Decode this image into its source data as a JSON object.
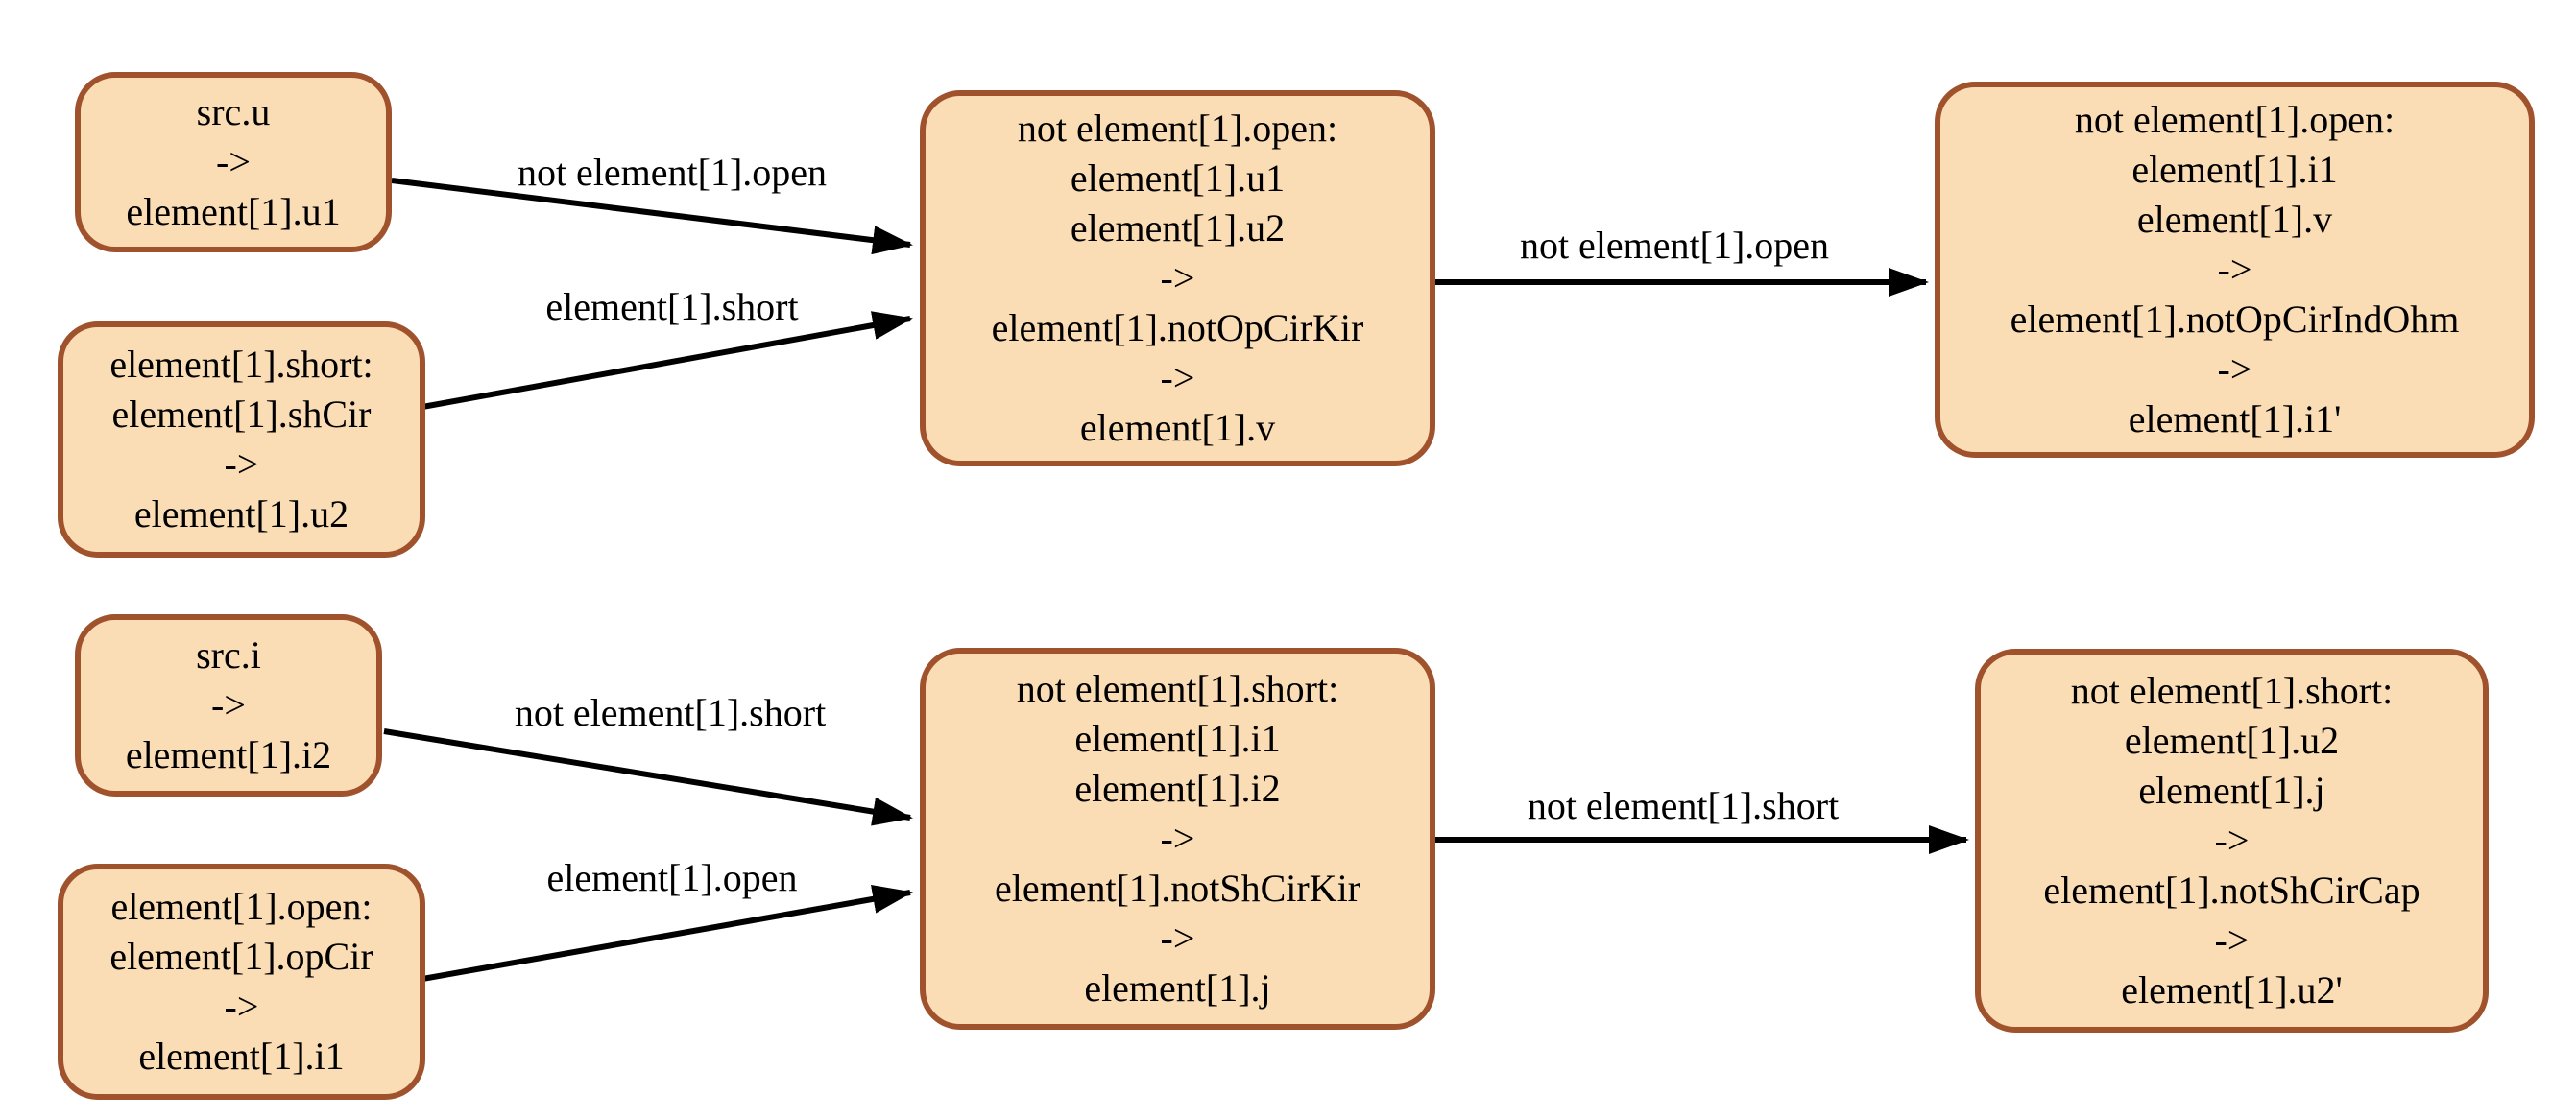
{
  "diagram": {
    "colors": {
      "node_fill": "#fbddb5",
      "node_border": "#a0522d",
      "edge_color": "#000000",
      "text_color": "#000000",
      "background": "#ffffff"
    },
    "nodes": [
      {
        "id": "src-u",
        "text": "src.u\n->\nelement[1].u1"
      },
      {
        "id": "element-short",
        "text": "element[1].short:\nelement[1].shCir\n->\nelement[1].u2"
      },
      {
        "id": "not-op-cir-kir",
        "text": "not element[1].open:\nelement[1].u1\nelement[1].u2\n->\nelement[1].notOpCirKir\n->\nelement[1].v"
      },
      {
        "id": "not-op-cir-ind-ohm",
        "text": "not element[1].open:\nelement[1].i1\nelement[1].v\n->\nelement[1].notOpCirIndOhm\n->\nelement[1].i1'"
      },
      {
        "id": "src-i",
        "text": "src.i\n->\nelement[1].i2"
      },
      {
        "id": "element-open",
        "text": "element[1].open:\nelement[1].opCir\n->\nelement[1].i1"
      },
      {
        "id": "not-sh-cir-kir",
        "text": "not element[1].short:\nelement[1].i1\nelement[1].i2\n->\nelement[1].notShCirKir\n->\nelement[1].j"
      },
      {
        "id": "not-sh-cir-cap",
        "text": "not element[1].short:\nelement[1].u2\nelement[1].j\n->\nelement[1].notShCirCap\n->\nelement[1].u2'"
      }
    ],
    "edges": [
      {
        "from": "src-u",
        "to": "not-op-cir-kir",
        "label": "not element[1].open"
      },
      {
        "from": "element-short",
        "to": "not-op-cir-kir",
        "label": "element[1].short"
      },
      {
        "from": "not-op-cir-kir",
        "to": "not-op-cir-ind-ohm",
        "label": "not element[1].open"
      },
      {
        "from": "src-i",
        "to": "not-sh-cir-kir",
        "label": "not element[1].short"
      },
      {
        "from": "element-open",
        "to": "not-sh-cir-kir",
        "label": "element[1].open"
      },
      {
        "from": "not-sh-cir-kir",
        "to": "not-sh-cir-cap",
        "label": "not element[1].short"
      }
    ]
  }
}
